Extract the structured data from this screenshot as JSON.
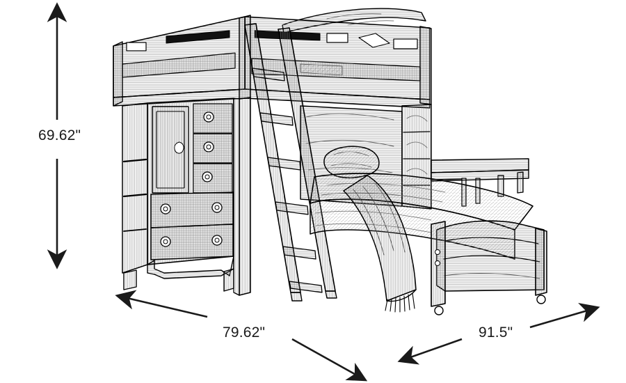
{
  "drawing": {
    "subject": "loft-bunk-bed-with-dresser-and-lower-bed",
    "style": "black-and-white-line-art",
    "line_color": "#000000",
    "background_color": "#ffffff",
    "grain_color": "#555555"
  },
  "dimensions": {
    "height": {
      "label": "69.62\"",
      "axis": "vertical",
      "arrow": "double-ended"
    },
    "depth": {
      "label": "79.62\"",
      "axis": "diagonal-down-right",
      "arrow": "double-ended"
    },
    "width": {
      "label": "91.5\"",
      "axis": "diagonal-up-right",
      "arrow": "double-ended"
    }
  },
  "components": {
    "upper_bunk": "top loft bed with slatted guard rails and bedding",
    "ladder": "angled ladder with six rungs",
    "dresser": "five-drawer chest with cabinet door and round knobs",
    "bookcase": "open side shelving unit",
    "lower_bed": "twin bed with pillow, bedspread, fringed throw and footboard",
    "side_rail": "extended bench rail on right post",
    "casters": "small wheels on footboard posts"
  }
}
